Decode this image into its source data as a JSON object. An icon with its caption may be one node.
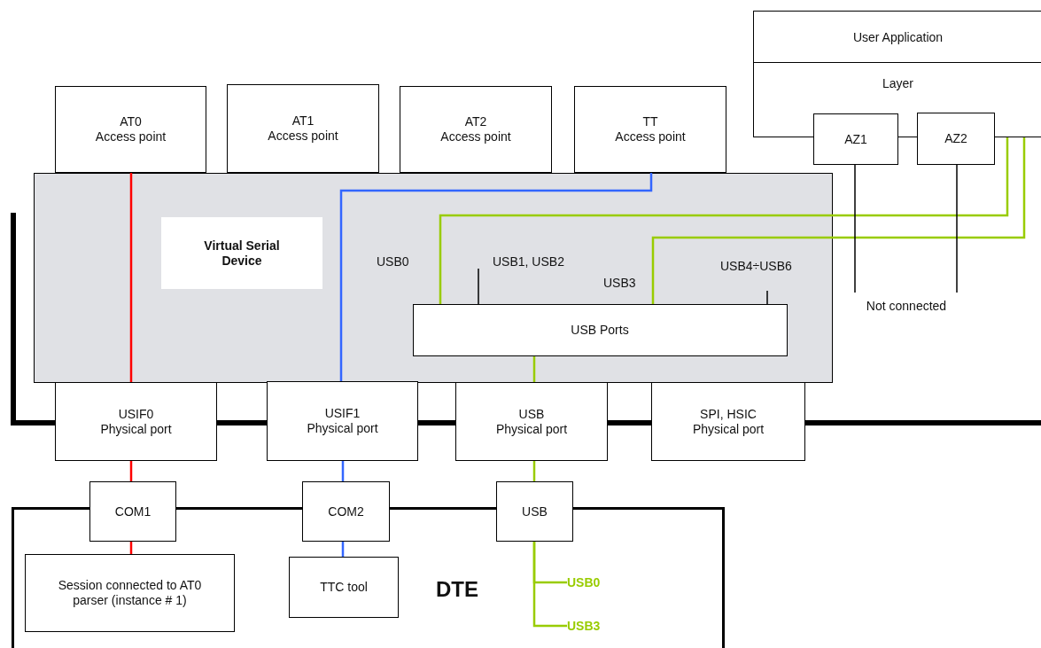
{
  "diagram": {
    "nodes": [
      {
        "text": [
          "User Application",
          "Layer"
        ]
      },
      {
        "text": [
          "AZ1"
        ]
      },
      {
        "text": [
          "AZ2"
        ]
      },
      {
        "text": [
          "AT0",
          "Access point"
        ]
      },
      {
        "text": [
          "AT1",
          "Access point"
        ]
      },
      {
        "text": [
          "AT2",
          "Access point"
        ]
      },
      {
        "text": [
          "TT",
          "Access point"
        ]
      },
      {
        "text": [
          "Virtual Serial Device"
        ]
      },
      {
        "text": [
          "USB Ports"
        ],
        "in": 7
      },
      {
        "text": [
          "Not connected"
        ]
      },
      {
        "text": [
          "USIF0",
          "Physical port"
        ]
      },
      {
        "text": [
          "USIF1",
          "Physical port"
        ]
      },
      {
        "text": [
          "USB",
          "Physical port"
        ]
      },
      {
        "text": [
          "SPI, HSIC",
          "Physical port"
        ]
      },
      {
        "text": [
          "DTE"
        ]
      },
      {
        "text": [
          "COM1"
        ]
      },
      {
        "text": [
          "COM2"
        ]
      },
      {
        "text": [
          "USB"
        ]
      },
      {
        "text": [
          "Session connected to AT0 parser (instance # 1)"
        ],
        "in": 14
      },
      {
        "text": [
          "TTC tool"
        ],
        "in": 14
      },
      {
        "text": [
          "USB0"
        ],
        "in": 14
      },
      {
        "text": [
          "USB3"
        ],
        "in": 14
      }
    ],
    "edges": [
      {
        "from": 3,
        "to": 10,
        "arrow": "none",
        "color": "#ff0000"
      },
      {
        "from": 6,
        "to": 11,
        "arrow": "none",
        "color": "#3366ff"
      },
      {
        "from": 0,
        "to": 8,
        "arrow": "none",
        "color": "#99cc00"
      },
      {
        "from": 0,
        "to": 8,
        "arrow": "none",
        "color": "#99cc00"
      },
      {
        "from": 1,
        "to": 9,
        "arrow": "none"
      },
      {
        "from": 2,
        "to": 9,
        "arrow": "none"
      },
      {
        "from": 8,
        "to": null,
        "arrow": "none"
      },
      {
        "from": 8,
        "to": null,
        "arrow": "none"
      },
      {
        "from": 8,
        "to": 12,
        "arrow": "none",
        "color": "#99cc00"
      },
      {
        "from": null,
        "to": 10,
        "arrow": "none",
        "style": "thick"
      },
      {
        "from": 10,
        "to": 11,
        "arrow": "none",
        "style": "thick"
      },
      {
        "from": 11,
        "to": 12,
        "arrow": "none",
        "style": "thick"
      },
      {
        "from": 12,
        "to": 13,
        "arrow": "none",
        "style": "thick"
      },
      {
        "from": 13,
        "to": null,
        "arrow": "none",
        "style": "thick"
      },
      {
        "from": 10,
        "to": 15,
        "arrow": "none",
        "color": "#ff0000"
      },
      {
        "from": 11,
        "to": 16,
        "arrow": "none",
        "color": "#3366ff"
      },
      {
        "from": 12,
        "to": 17,
        "arrow": "none",
        "color": "#99cc00"
      },
      {
        "from": 15,
        "to": 18,
        "arrow": "none",
        "color": "#ff0000"
      },
      {
        "from": 16,
        "to": 19,
        "arrow": "none",
        "color": "#3366ff"
      },
      {
        "from": 17,
        "to": 20,
        "arrow": "none",
        "color": "#99cc00"
      },
      {
        "from": 17,
        "to": 21,
        "arrow": "none",
        "color": "#99cc00"
      }
    ],
    "labels": [
      "USB0",
      "USB1, USB2",
      "USB3",
      "USB4÷USB6"
    ]
  }
}
